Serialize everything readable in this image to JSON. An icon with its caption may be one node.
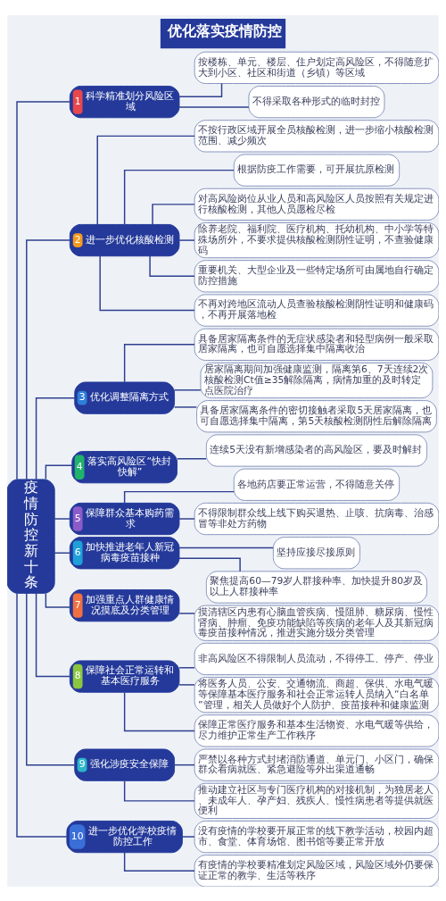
{
  "diagram": {
    "title": "优化落实疫情防控",
    "nodes": [
      {
        "text": [
          "疫情防控新十条"
        ]
      },
      {
        "text": [
          "1",
          "科学精准划分风险区域"
        ]
      },
      {
        "text": [
          "按楼栋、单元、楼层、住户划定高风险区，不得随意扩大到小区、社区和街道（乡镇）等区域"
        ]
      },
      {
        "text": [
          "不得采取各种形式的临时封控"
        ]
      },
      {
        "text": [
          "2",
          "进一步优化核酸检测"
        ]
      },
      {
        "text": [
          "不按行政区域开展全员核酸检测，进一步缩小核酸检测范围、减少频次"
        ]
      },
      {
        "text": [
          "根据防疫工作需要，可开展抗原检测"
        ]
      },
      {
        "text": [
          "对高风险岗位从业人员和高风险区人员按照有关规定进行核酸检测，其他人员愿检尽检"
        ]
      },
      {
        "text": [
          "除养老院、福利院、医疗机构、托幼机构、中小学等特殊场所外，不要求提供核酸检测阴性证明，不查验健康码"
        ]
      },
      {
        "text": [
          "重要机关、大型企业及一些特定场所可由属地自行确定防控措施"
        ]
      },
      {
        "text": [
          "不再对跨地区流动人员查验核酸检测阴性证明和健康码，不再开展落地检"
        ]
      },
      {
        "text": [
          "3",
          "优化调整隔离方式"
        ]
      },
      {
        "text": [
          "具备居家隔离条件的无症状感染者和轻型病例一般采取居家隔离，也可自愿选择集中隔离收治"
        ]
      },
      {
        "text": [
          "居家隔离期间加强健康监测，隔离第6、7天连续2次核酸检测Ct值≥35解除隔离，病情加重的及时转定点医院治疗"
        ]
      },
      {
        "text": [
          "具备居家隔离条件的密切接触者采取5天居家隔离，也可自愿选择集中隔离，第5天核酸检测阴性后解除隔离"
        ]
      },
      {
        "text": [
          "4",
          "落实高风险区“快封快解”"
        ]
      },
      {
        "text": [
          "连续5天没有新增感染者的高风险区，要及时解封"
        ]
      },
      {
        "text": [
          "5",
          "保障群众基本购药需求"
        ]
      },
      {
        "text": [
          "各地药店要正常运营，不得随意关停"
        ]
      },
      {
        "text": [
          "不得限制群众线上线下购买退热、止咳、抗病毒、治感冒等非处方药物"
        ]
      },
      {
        "text": [
          "6",
          "加快推进老年人新冠病毒疫苗接种"
        ]
      },
      {
        "text": [
          "坚持应接尽接原则"
        ]
      },
      {
        "text": [
          "聚焦提高60—79岁人群接种率、加快提升80岁及以上人群接种率"
        ]
      },
      {
        "text": [
          "7",
          "加强重点人群健康情况摸底及分类管理"
        ]
      },
      {
        "text": [
          "摸清辖区内患有心脑血管疾病、慢阻肺、糖尿病、慢性肾病、肿瘤、免疫功能缺陷等疾病的老年人及其新冠病毒疫苗接种情况，推进实施分级分类管理"
        ]
      },
      {
        "text": [
          "8",
          "保障社会正常运转和基本医疗服务"
        ]
      },
      {
        "text": [
          "非高风险区不得限制人员流动，不得停工、停产、停业"
        ]
      },
      {
        "text": [
          "将医务人员、公安、交通物流、商超、保供、水电气暖等保障基本医疗服务和社会正常运转人员纳入“白名单”管理，相关人员做好个人防护、疫苗接种和健康监测"
        ]
      },
      {
        "text": [
          "保障正常医疗服务和基本生活物资、水电气暖等供给，尽力维护正常生产工作秩序"
        ]
      },
      {
        "text": [
          "9",
          "强化涉疫安全保障"
        ]
      },
      {
        "text": [
          "严禁以各种方式封堵消防通道、单元门、小区门，确保群众看病就医、紧急避险等外出渠道通畅"
        ]
      },
      {
        "text": [
          "推动建立社区与专门医疗机构的对接机制，为独居老人、未成年人、孕产妇、残疾人、慢性病患者等提供就医便利"
        ]
      },
      {
        "text": [
          "10",
          "进一步优化学校疫情防控工作"
        ]
      },
      {
        "text": [
          "没有疫情的学校要开展正常的线下教学活动，校园内超市、食堂、体育场馆、图书馆等要正常开放"
        ]
      },
      {
        "text": [
          "有疫情的学校要精准划定风险区域，风险区域外仍要保证正常的教学、生活等秩序"
        ]
      }
    ],
    "edges": [
      {
        "from": 0,
        "to": 1,
        "arrow": "none"
      },
      {
        "from": 1,
        "to": 2,
        "arrow": "none"
      },
      {
        "from": 1,
        "to": 3,
        "arrow": "none"
      },
      {
        "from": 0,
        "to": 4,
        "arrow": "none"
      },
      {
        "from": 4,
        "to": 5,
        "arrow": "none"
      },
      {
        "from": 4,
        "to": 6,
        "arrow": "none"
      },
      {
        "from": 4,
        "to": 7,
        "arrow": "none"
      },
      {
        "from": 4,
        "to": 8,
        "arrow": "none"
      },
      {
        "from": 4,
        "to": 9,
        "arrow": "none"
      },
      {
        "from": 4,
        "to": 10,
        "arrow": "none"
      },
      {
        "from": 0,
        "to": 11,
        "arrow": "none"
      },
      {
        "from": 11,
        "to": 12,
        "arrow": "none"
      },
      {
        "from": 11,
        "to": 13,
        "arrow": "none"
      },
      {
        "from": 11,
        "to": 14,
        "arrow": "none"
      },
      {
        "from": 0,
        "to": 15,
        "arrow": "none"
      },
      {
        "from": 15,
        "to": 16,
        "arrow": "none"
      },
      {
        "from": 0,
        "to": 17,
        "arrow": "none"
      },
      {
        "from": 17,
        "to": 18,
        "arrow": "none"
      },
      {
        "from": 17,
        "to": 19,
        "arrow": "none"
      },
      {
        "from": 0,
        "to": 20,
        "arrow": "none"
      },
      {
        "from": 20,
        "to": 21,
        "arrow": "none"
      },
      {
        "from": 20,
        "to": 22,
        "arrow": "none"
      },
      {
        "from": 0,
        "to": 23,
        "arrow": "none"
      },
      {
        "from": 23,
        "to": 24,
        "arrow": "none"
      },
      {
        "from": 0,
        "to": 25,
        "arrow": "none"
      },
      {
        "from": 25,
        "to": 26,
        "arrow": "none"
      },
      {
        "from": 25,
        "to": 27,
        "arrow": "none"
      },
      {
        "from": 25,
        "to": 28,
        "arrow": "none"
      },
      {
        "from": 0,
        "to": 29,
        "arrow": "none"
      },
      {
        "from": 29,
        "to": 30,
        "arrow": "none"
      },
      {
        "from": 29,
        "to": 31,
        "arrow": "none"
      },
      {
        "from": 0,
        "to": 32,
        "arrow": "none"
      },
      {
        "from": 32,
        "to": 33,
        "arrow": "none"
      },
      {
        "from": 32,
        "to": 34,
        "arrow": "none"
      }
    ]
  }
}
